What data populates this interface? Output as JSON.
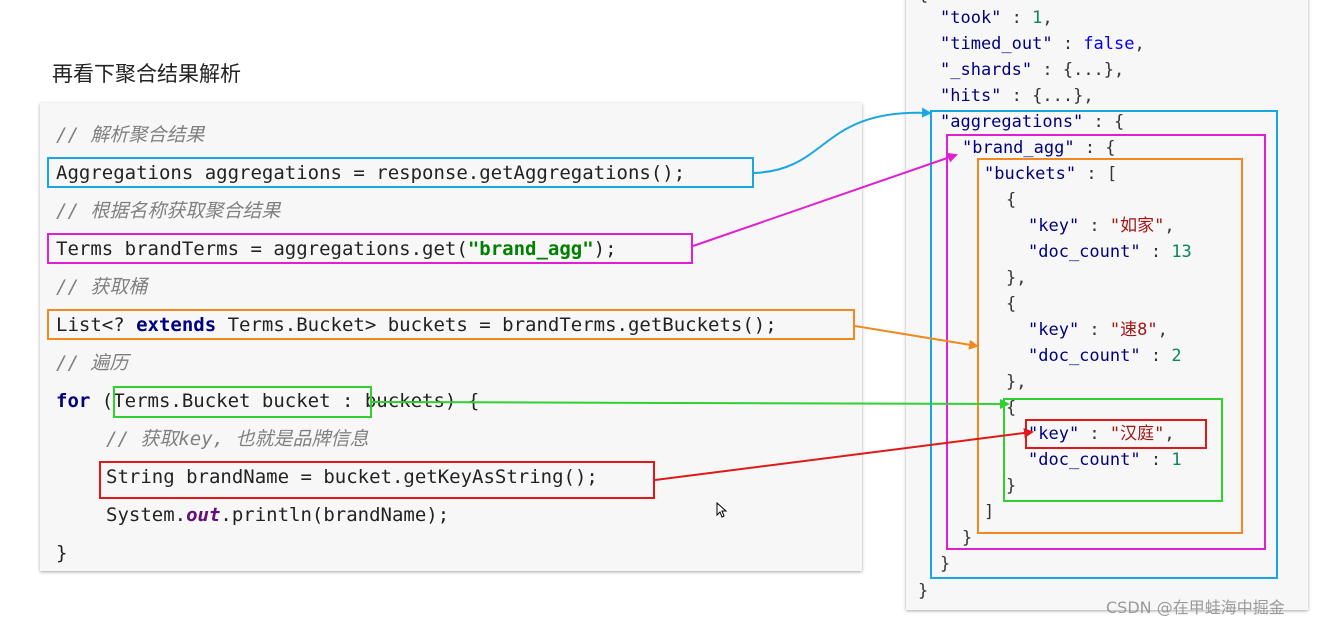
{
  "heading": "再看下聚合结果解析",
  "code": {
    "comment_parse": "// 解析聚合结果",
    "line_aggregations": "Aggregations aggregations = response.getAggregations();",
    "comment_get_by_name": "// 根据名称获取聚合结果",
    "line_terms_prefix": "Terms brandTerms = aggregations.get(",
    "line_terms_string": "\"brand_agg\"",
    "line_terms_suffix": ");",
    "comment_get_buckets": "// 获取桶",
    "line_list_prefix": "List<? ",
    "line_list_keyword": "extends",
    "line_list_suffix": " Terms.Bucket> buckets = brandTerms.getBuckets();",
    "comment_iterate": "// 遍历",
    "line_for_keyword": "for",
    "line_for_rest": " (Terms.Bucket bucket : buckets) {",
    "comment_get_key": "// 获取key, 也就是品牌信息",
    "line_brandname": "String brandName = bucket.getKeyAsString();",
    "line_println_prefix": "System.",
    "line_println_field": "out",
    "line_println_suffix": ".println(brandName);",
    "line_close": "}"
  },
  "json_view": {
    "took_key": "\"took\"",
    "took_value": "1",
    "timed_out_key": "\"timed_out\"",
    "timed_out_value": "false",
    "shards_key": "\"_shards\"",
    "shards_value": "{...}",
    "hits_key": "\"hits\"",
    "hits_value": "{...}",
    "aggregations_key": "\"aggregations\"",
    "brand_agg_key": "\"brand_agg\"",
    "buckets_key": "\"buckets\"",
    "key_label": "\"key\"",
    "doc_count_label": "\"doc_count\"",
    "bucket1_key": "\"如家\"",
    "bucket1_count": "13",
    "bucket2_key": "\"速8\"",
    "bucket2_count": "2",
    "bucket3_key": "\"汉庭\"",
    "bucket3_count": "1"
  },
  "watermark": "CSDN @在甲蛙海中掘金",
  "colors": {
    "blue": "#1aa6e0",
    "magenta": "#e020d0",
    "orange": "#f08a20",
    "green": "#30d030",
    "red": "#e01818"
  },
  "icons": {
    "cursor": "mouse-pointer-icon"
  }
}
